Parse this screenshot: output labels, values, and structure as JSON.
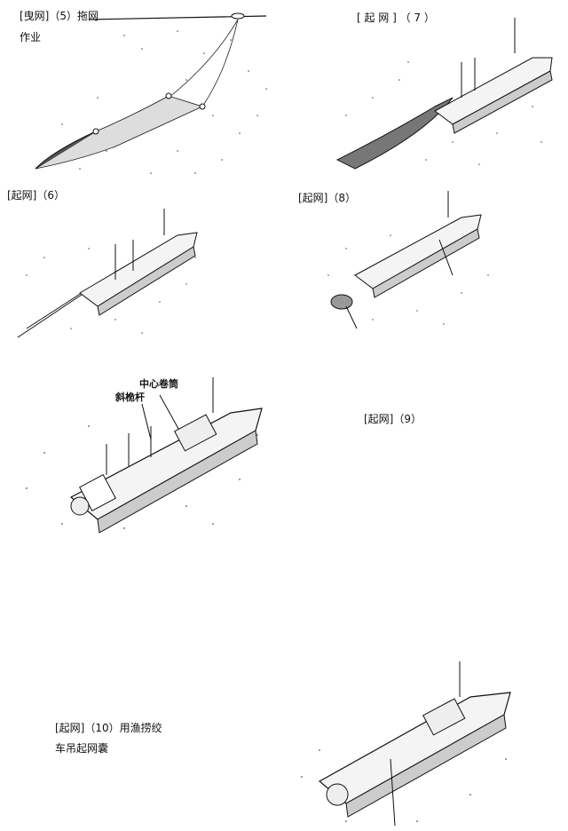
{
  "captions": {
    "p5_line1": "[曳网]（5）拖网",
    "p5_line2": "作业",
    "p7": "[ 起 网 ] （ 7 ）",
    "p6": "[起网]（6）",
    "p8": "[起网]（8）",
    "p9": "[起网]（9）",
    "p10_line1": "[起网]（10）用渔捞绞",
    "p10_line2": "车吊起网囊"
  },
  "labels": {
    "center_winch": "中心卷筒",
    "derrick": "斜桅杆"
  },
  "colors": {
    "ink": "#111111",
    "paper": "#ffffff"
  }
}
